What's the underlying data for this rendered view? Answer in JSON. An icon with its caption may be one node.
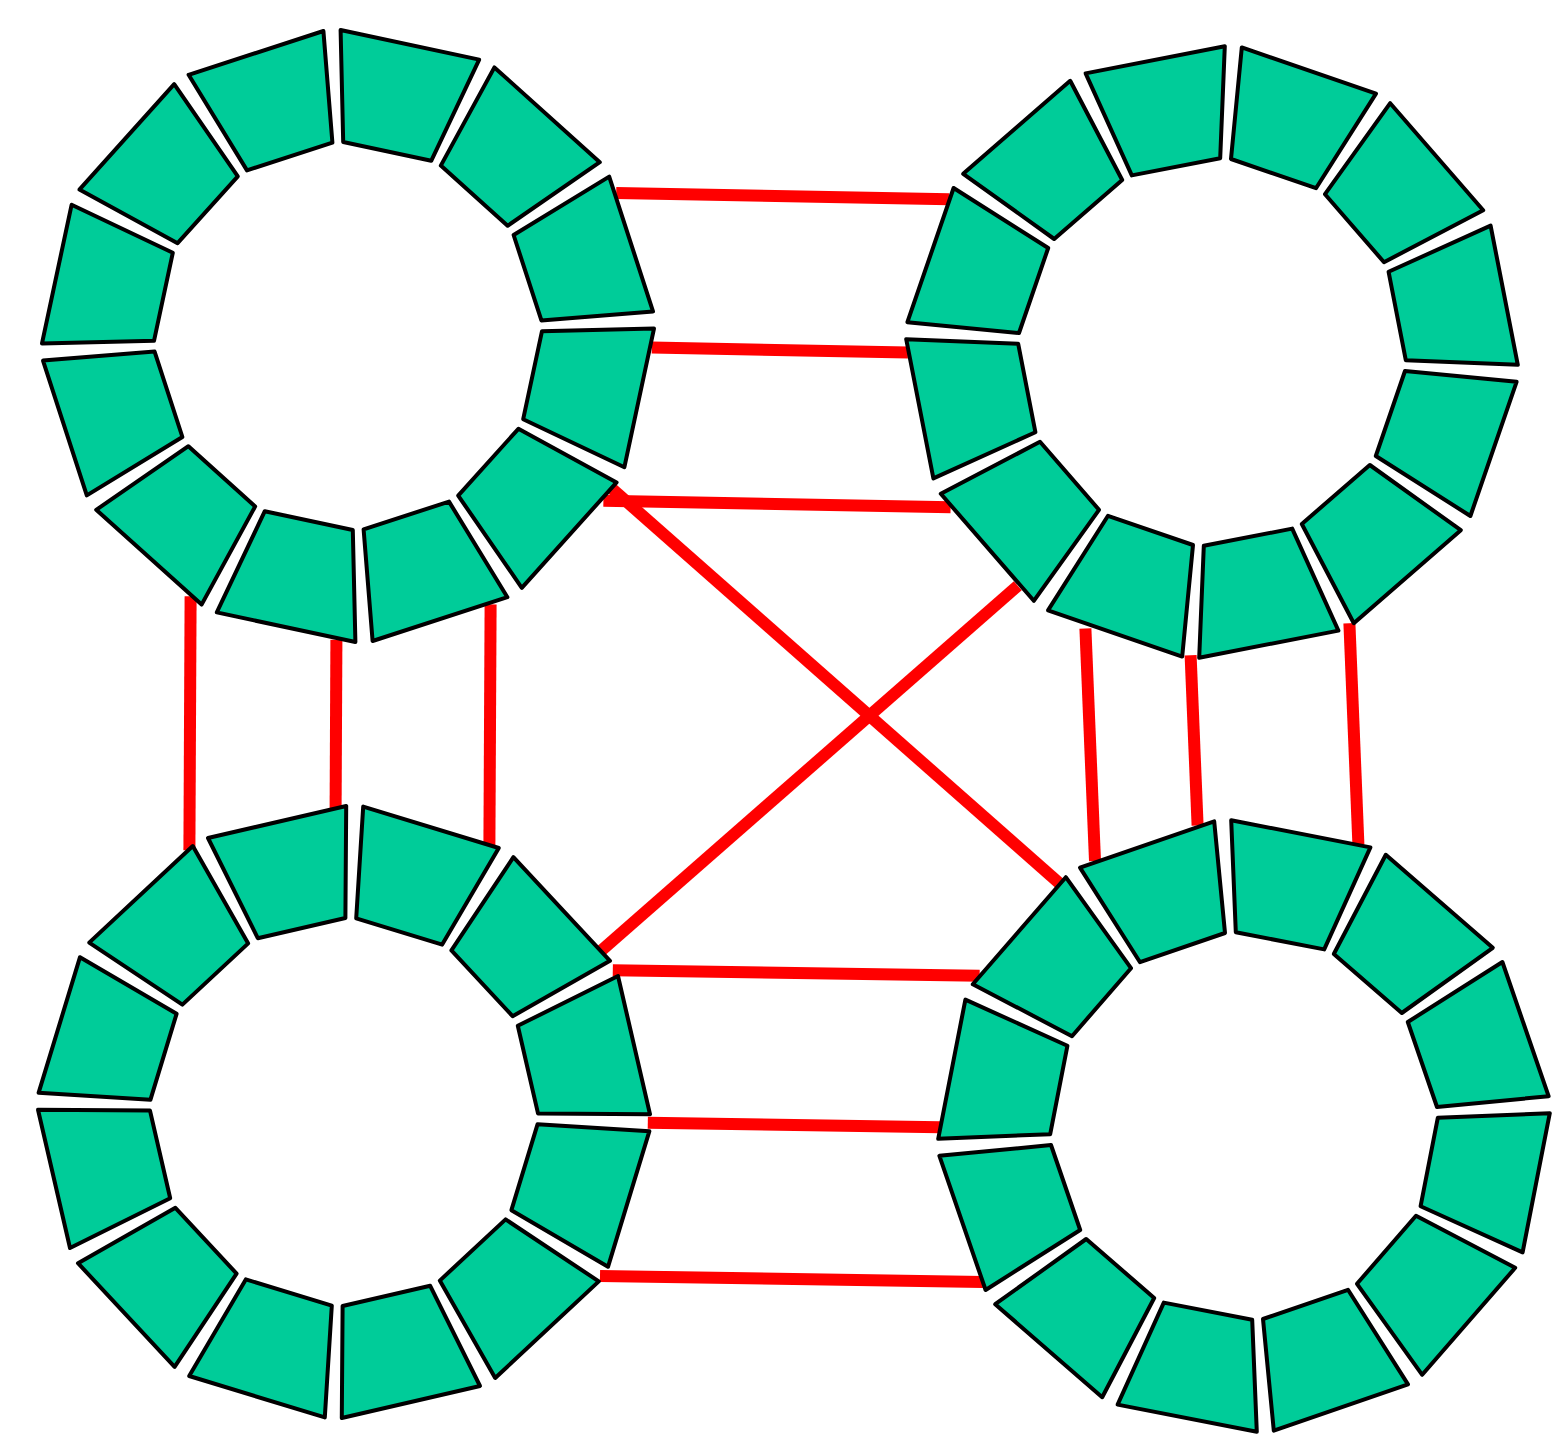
{
  "diagram": {
    "nodes": [
      {
        "text": [],
        "shape": "ring"
      },
      {
        "text": [],
        "shape": "ring"
      },
      {
        "text": [],
        "shape": "ring"
      },
      {
        "text": [],
        "shape": "ring"
      }
    ],
    "edges": [
      {
        "from": 0,
        "to": 1,
        "arrow": "none"
      },
      {
        "from": 0,
        "to": 1,
        "arrow": "none"
      },
      {
        "from": 0,
        "to": 1,
        "arrow": "none"
      },
      {
        "from": 0,
        "to": 3,
        "arrow": "none"
      },
      {
        "from": 1,
        "to": 2,
        "arrow": "none"
      },
      {
        "from": 0,
        "to": 2,
        "arrow": "none"
      },
      {
        "from": 0,
        "to": 2,
        "arrow": "none"
      },
      {
        "from": 0,
        "to": 2,
        "arrow": "none"
      },
      {
        "from": 1,
        "to": 3,
        "arrow": "none"
      },
      {
        "from": 1,
        "to": 3,
        "arrow": "none"
      },
      {
        "from": 1,
        "to": 3,
        "arrow": "none"
      },
      {
        "from": 2,
        "to": 3,
        "arrow": "none"
      },
      {
        "from": 2,
        "to": 3,
        "arrow": "none"
      },
      {
        "from": 2,
        "to": 3,
        "arrow": "none"
      }
    ]
  }
}
